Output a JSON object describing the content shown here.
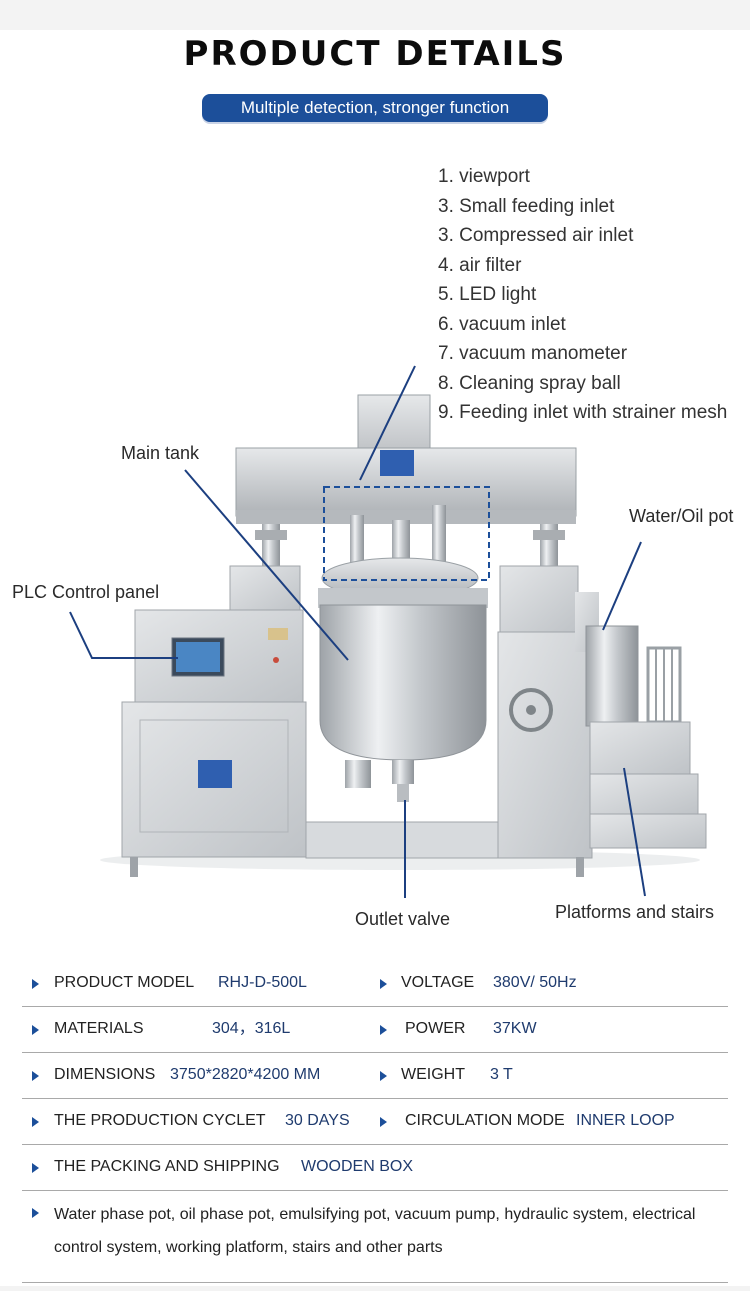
{
  "header": {
    "title": "PRODUCT DETAILS",
    "subtitle": "Multiple detection, stronger function"
  },
  "parts_list": [
    "1. viewport",
    "3. Small feeding inlet",
    "3. Compressed air inlet",
    "4. air filter",
    "5. LED light",
    "6. vacuum inlet",
    "7. vacuum manometer",
    "8. Cleaning spray ball",
    "9. Feeding inlet with strainer mesh"
  ],
  "callouts": {
    "main_tank": "Main tank",
    "plc": "PLC Control panel",
    "water_oil": "Water/Oil pot",
    "outlet": "Outlet valve",
    "platforms": "Platforms and stairs"
  },
  "colors": {
    "accent": "#1c4f9a",
    "value_text": "#1f3b6e",
    "divider": "#a9a9a9",
    "steel": "#c9ccd0"
  },
  "specs": {
    "model_label": "PRODUCT MODEL",
    "model_value": "RHJ-D-500L",
    "voltage_label": "VOLTAGE",
    "voltage_value": "380V/ 50Hz",
    "materials_label": "MATERIALS",
    "materials_value": "304，316L",
    "power_label": "POWER",
    "power_value": "37KW",
    "dimensions_label": "DIMENSIONS",
    "dimensions_value": "3750*2820*4200 MM",
    "weight_label": "WEIGHT",
    "weight_value": "3 T",
    "cycle_label": "THE PRODUCTION CYCLET",
    "cycle_value": "30 DAYS",
    "circulation_label": "CIRCULATION MODE",
    "circulation_value": "INNER LOOP",
    "packing_label": "THE PACKING AND SHIPPING",
    "packing_value": "WOODEN BOX"
  },
  "description": "Water phase pot, oil phase pot, emulsifying pot, vacuum pump, hydraulic system, electrical control system, working platform, stairs and other parts"
}
